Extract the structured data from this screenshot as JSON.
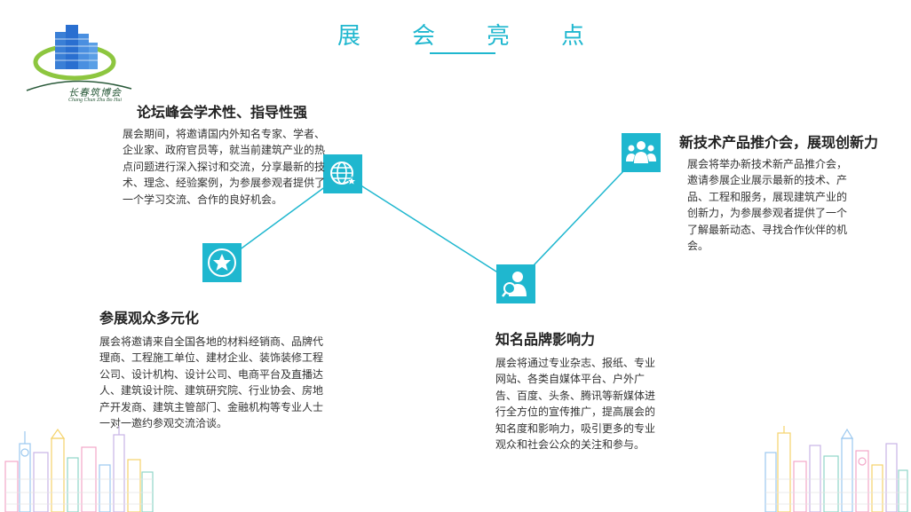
{
  "logo": {
    "cn": "长春筑博会",
    "en": "Chang Chun Zhu Bo Hui"
  },
  "title": "展会亮点",
  "sections": {
    "forum": {
      "title": "论坛峰会学术性、指导性强",
      "body": "展会期间，将邀请国内外知名专家、学者、企业家、政府官员等，就当前建筑产业的热点问题进行深入探讨和交流，分享最新的技术、理念、经验案例，为参展参观者提供了一个学习交流、合作的良好机会。"
    },
    "visitors": {
      "title": "参展观众多元化",
      "body": "展会将邀请来自全国各地的材料经销商、品牌代理商、工程施工单位、建材企业、装饰装修工程公司、设计机构、设计公司、电商平台及直播达人、建筑设计院、建筑研究院、行业协会、房地产开发商、建筑主管部门、金融机构等专业人士一对一邀约参观交流洽谈。"
    },
    "brand": {
      "title": "知名品牌影响力",
      "body": "展会将通过专业杂志、报纸、专业网站、各类自媒体平台、户外广告、百度、头条、腾讯等新媒体进行全方位的宣传推广，提高展会的知名度和影响力，吸引更多的专业观众和社会公众的关注和参与。"
    },
    "tech": {
      "title": "新技术产品推介会，展现创新力",
      "body": "展会将举办新技术新产品推介会，邀请参展企业展示最新的技术、产品、工程和服务，展现建筑产业的创新力，为参展参观者提供了一个了解最新动态、寻找合作伙伴的机会。"
    }
  },
  "icons": {
    "star": "star-icon",
    "globe": "globe-icon",
    "search": "search-person-icon",
    "people": "group-people-icon"
  },
  "colors": {
    "accent": "#1fb7cf",
    "heading": "#222222",
    "text": "#333333"
  }
}
